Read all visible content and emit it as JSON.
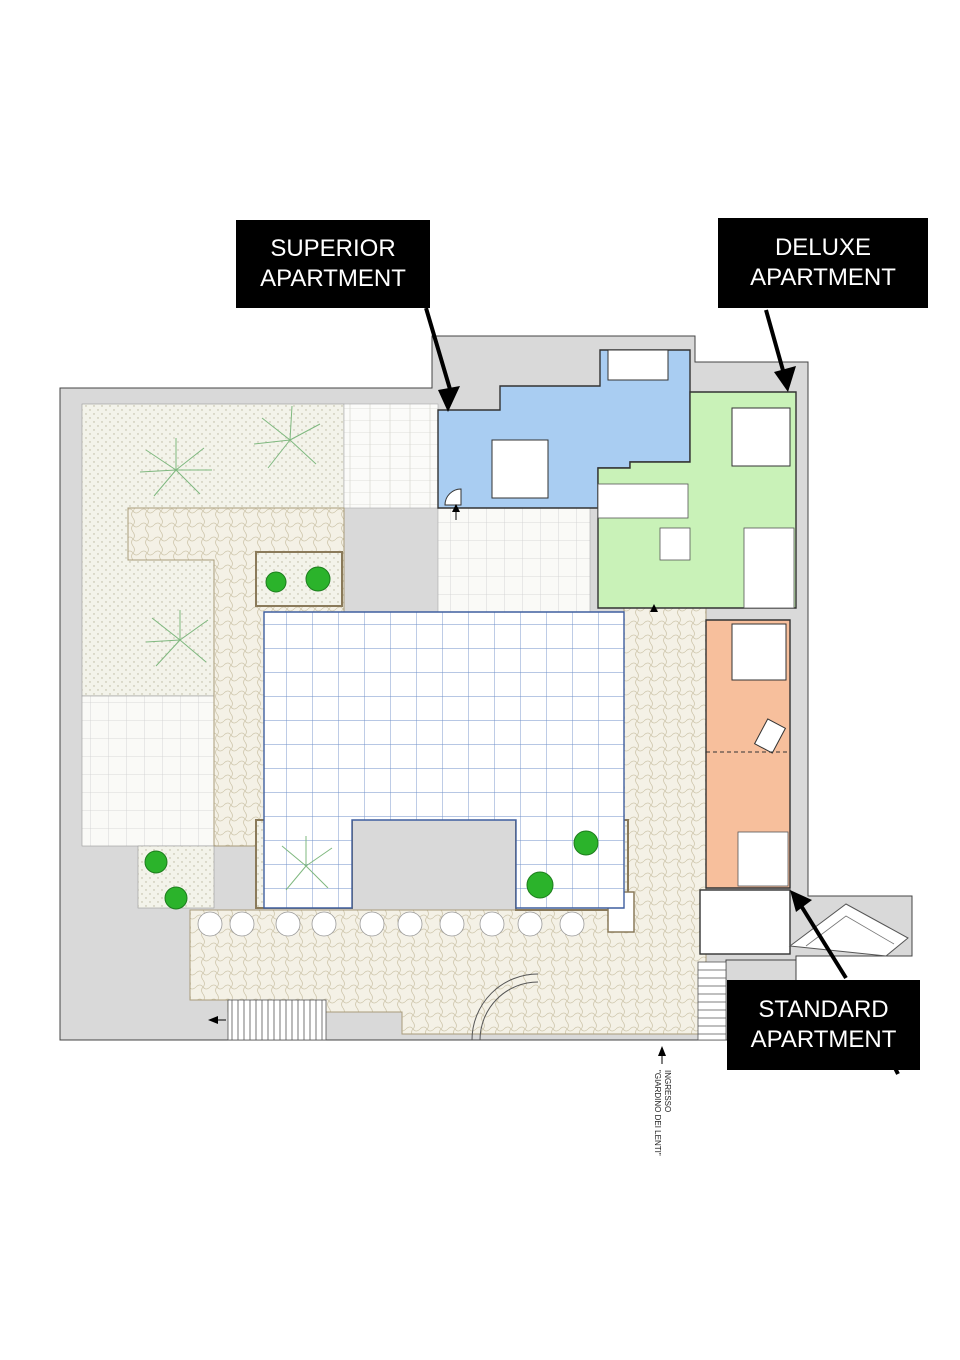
{
  "labels": {
    "superior": [
      "SUPERIOR",
      "APARTMENT"
    ],
    "deluxe": [
      "DELUXE",
      "APARTMENT"
    ],
    "standard": [
      "STANDARD",
      "APARTMENT"
    ]
  },
  "entrance": {
    "line1": "INGRESSO",
    "line2": "\"GIARDINO DEI LENTI\""
  },
  "side_note": "",
  "colors": {
    "superior": "#a9cdf2",
    "deluxe": "#c9f2b8",
    "standard": "#f7bf9c",
    "wall": "#d9d9d9",
    "pool_grid": "#6f8fc8",
    "tree": "#2bb32b"
  }
}
